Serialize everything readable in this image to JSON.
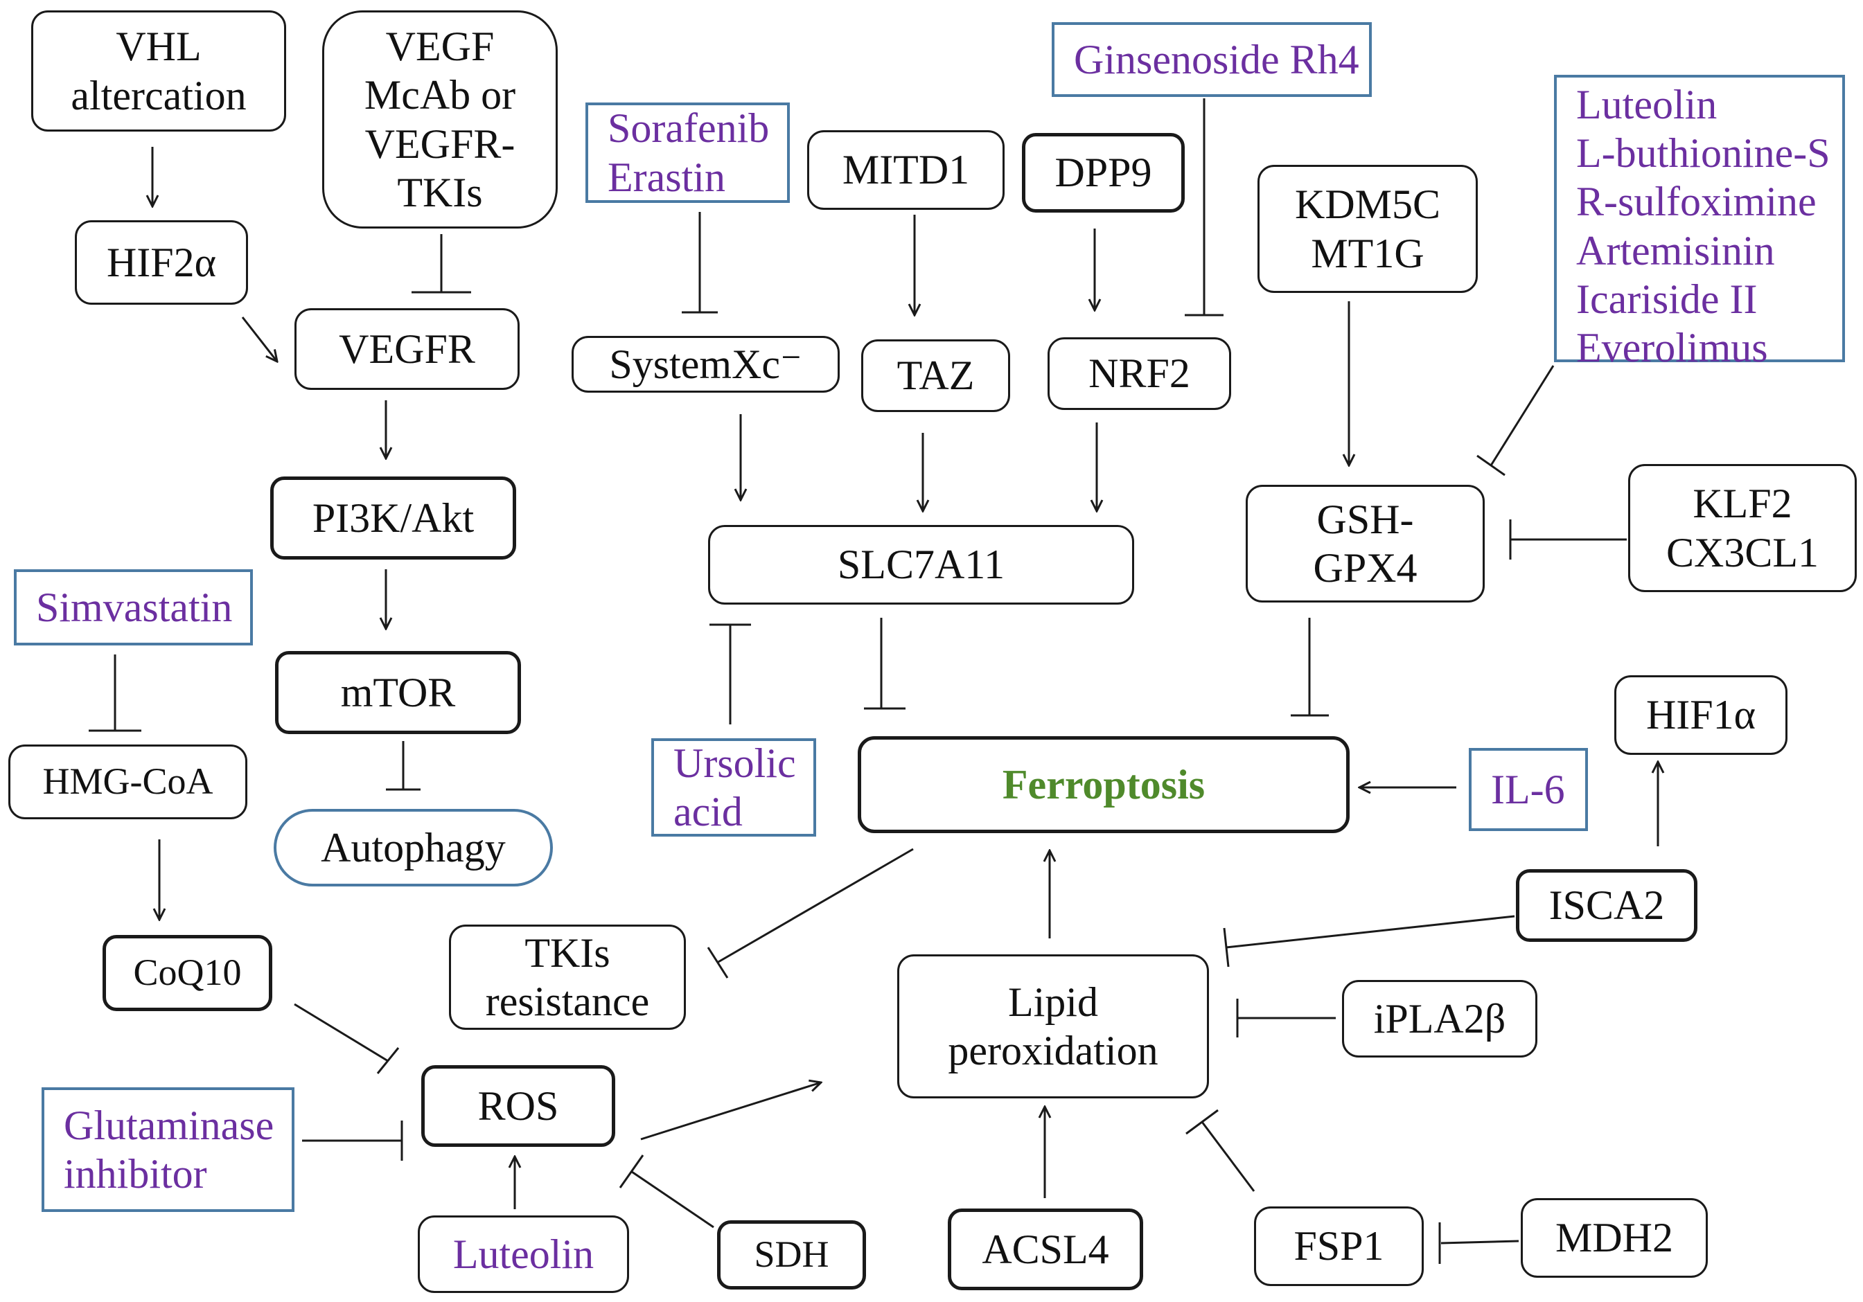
{
  "nodes": {
    "vhl": "VHL\naltercation",
    "vegf_mab": "VEGF\nMcAb or\nVEGFR-\nTKIs",
    "hif2a": "HIF2α",
    "vegfr": "VEGFR",
    "pi3k": "PI3K/Akt",
    "mtor": "mTOR",
    "autophagy": "Autophagy",
    "simvastatin": "Simvastatin",
    "hmgcoa": "HMG-CoA",
    "coq10": "CoQ10",
    "glutaminase": "Glutaminase\ninhibitor",
    "ros": "ROS",
    "luteolin_low": "Luteolin",
    "sdh": "SDH",
    "tkis_res": "TKIs\nresistance",
    "sorafenib": "Sorafenib\nErastin",
    "systemxc": "SystemXc⁻",
    "mitd1": "MITD1",
    "taz": "TAZ",
    "dpp9": "DPP9",
    "nrf2": "NRF2",
    "ginsenoside": "Ginsenoside Rh4",
    "slc7a11": "SLC7A11",
    "ursolic": "Ursolic\nacid",
    "kdm5c": "KDM5C\nMT1G",
    "luteolin_group": "Luteolin\nL-buthionine-S\nR-sulfoximine\nArtemisinin\nIcariside II\nEverolimus",
    "gsh_gpx4": "GSH-\nGPX4",
    "klf2": "KLF2\nCX3CL1",
    "ferroptosis": "Ferroptosis",
    "il6": "IL-6",
    "hif1a": "HIF1α",
    "isca2": "ISCA2",
    "lipid": "Lipid\nperoxidation",
    "iplA2b": "iPLA2β",
    "acsl4": "ACSL4",
    "fsp1": "FSP1",
    "mdh2": "MDH2"
  },
  "colors": {
    "drug_text": "#6b2fa0",
    "drug_border": "#4a7aa3",
    "ferroptosis_text": "#4f8a2b",
    "line": "#1a1a1a"
  }
}
